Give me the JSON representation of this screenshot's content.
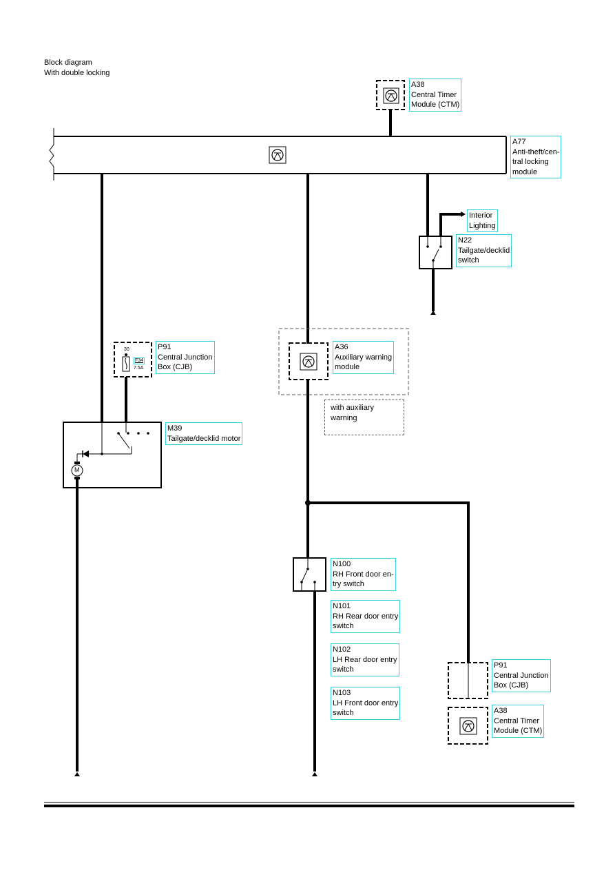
{
  "header": {
    "line1": "Block diagram",
    "line2": "With double locking"
  },
  "components": {
    "a38_top": {
      "lines": [
        "A38",
        "Central Timer",
        "Module (CTM)"
      ],
      "icon": "transistor-icon"
    },
    "a77": {
      "lines": [
        "A77",
        "Anti-theft/cen-",
        "tral locking",
        "module"
      ],
      "icon": "transistor-icon"
    },
    "interior_lighting": {
      "lines": [
        "Interior",
        "Lighting"
      ]
    },
    "n22": {
      "lines": [
        "N22",
        "Tailgate/decklid",
        "switch"
      ],
      "icon": "switch-icon"
    },
    "p91_left": {
      "lines": [
        "P91",
        "Central Junction",
        "Box (CJB)"
      ],
      "terminal": "30",
      "fuse": "F34",
      "fuse_rating": "7.5A"
    },
    "a36": {
      "lines": [
        "A36",
        "Auxiliary warning",
        "module"
      ],
      "icon": "transistor-icon"
    },
    "aux_note": {
      "lines": [
        "with auxiliary",
        "warning"
      ]
    },
    "m39": {
      "lines": [
        "M39",
        "Tailgate/decklid motor"
      ],
      "motor_symbol": "M"
    },
    "n100": {
      "lines": [
        "N100",
        "RH Front door en-",
        "try switch"
      ]
    },
    "n101": {
      "lines": [
        "N101",
        "RH Rear door entry",
        "switch"
      ]
    },
    "n102": {
      "lines": [
        "N102",
        "LH Rear door entry",
        "switch"
      ]
    },
    "n103": {
      "lines": [
        "N103",
        "LH Front door entry",
        "switch"
      ]
    },
    "p91_right": {
      "lines": [
        "P91",
        "Central Junction",
        "Box (CJB)"
      ]
    },
    "a38_bottom": {
      "lines": [
        "A38",
        "Central Timer",
        "Module (CTM)"
      ],
      "icon": "transistor-icon"
    }
  },
  "colors": {
    "label_border": "#2fd0e0",
    "wire": "#000000"
  }
}
